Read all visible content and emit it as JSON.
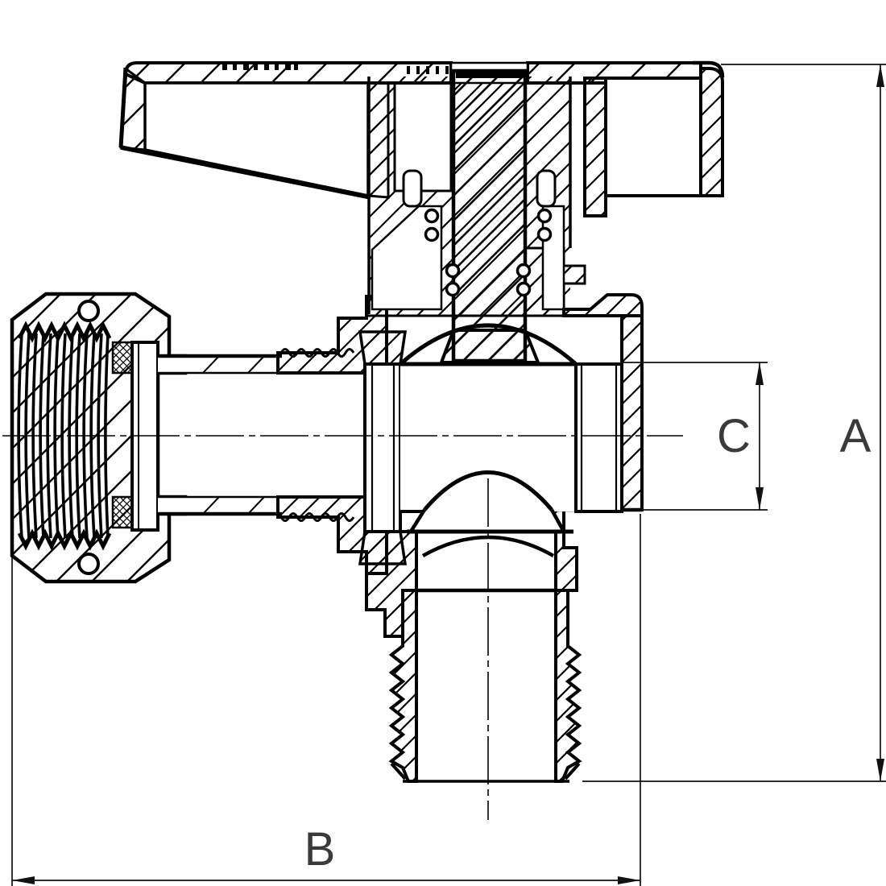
{
  "figure": {
    "kind": "technical-section-drawing",
    "subject": "angle ball valve cross-section with swivel nut inlet and male threaded outlet",
    "background_color": "#ffffff",
    "line_color": "#000000",
    "label_color": "#3a3a3a"
  },
  "dims": {
    "a": "A",
    "b": "B",
    "c": "C"
  }
}
